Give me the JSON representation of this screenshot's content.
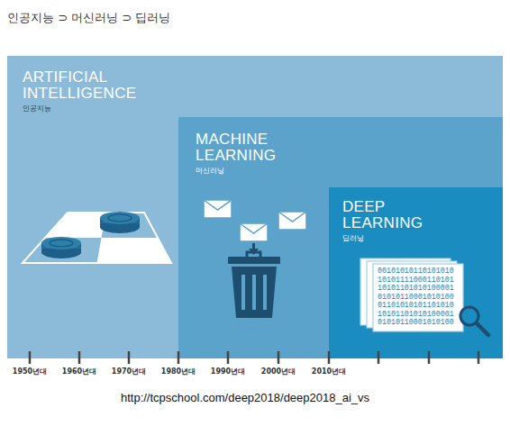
{
  "diagram": {
    "title": "인공지능 ⊃ 머신러닝 ⊃ 딥러닝",
    "caption": "http://tcpschool.com/deep2018/deep2018_ai_vs",
    "nodes": [
      {
        "text": [
          "ARTIFICIAL INTELLIGENCE",
          "인공지능"
        ]
      },
      {
        "text": [
          "MACHINE LEARNING",
          "머신러닝"
        ],
        "in": 0
      },
      {
        "text": [
          "DEEP LEARNING",
          "딥러닝"
        ],
        "in": 1
      }
    ],
    "labels": [
      "1950년대",
      "1960년대",
      "1970년대",
      "1980년대",
      "1990년대",
      "2000년대",
      "2010년대",
      "00101010110101010",
      "10101111000110101",
      "10101101010100001",
      "01010110001010100",
      "01101010101101010",
      "10101101010100001",
      "01010110001010100"
    ]
  }
}
